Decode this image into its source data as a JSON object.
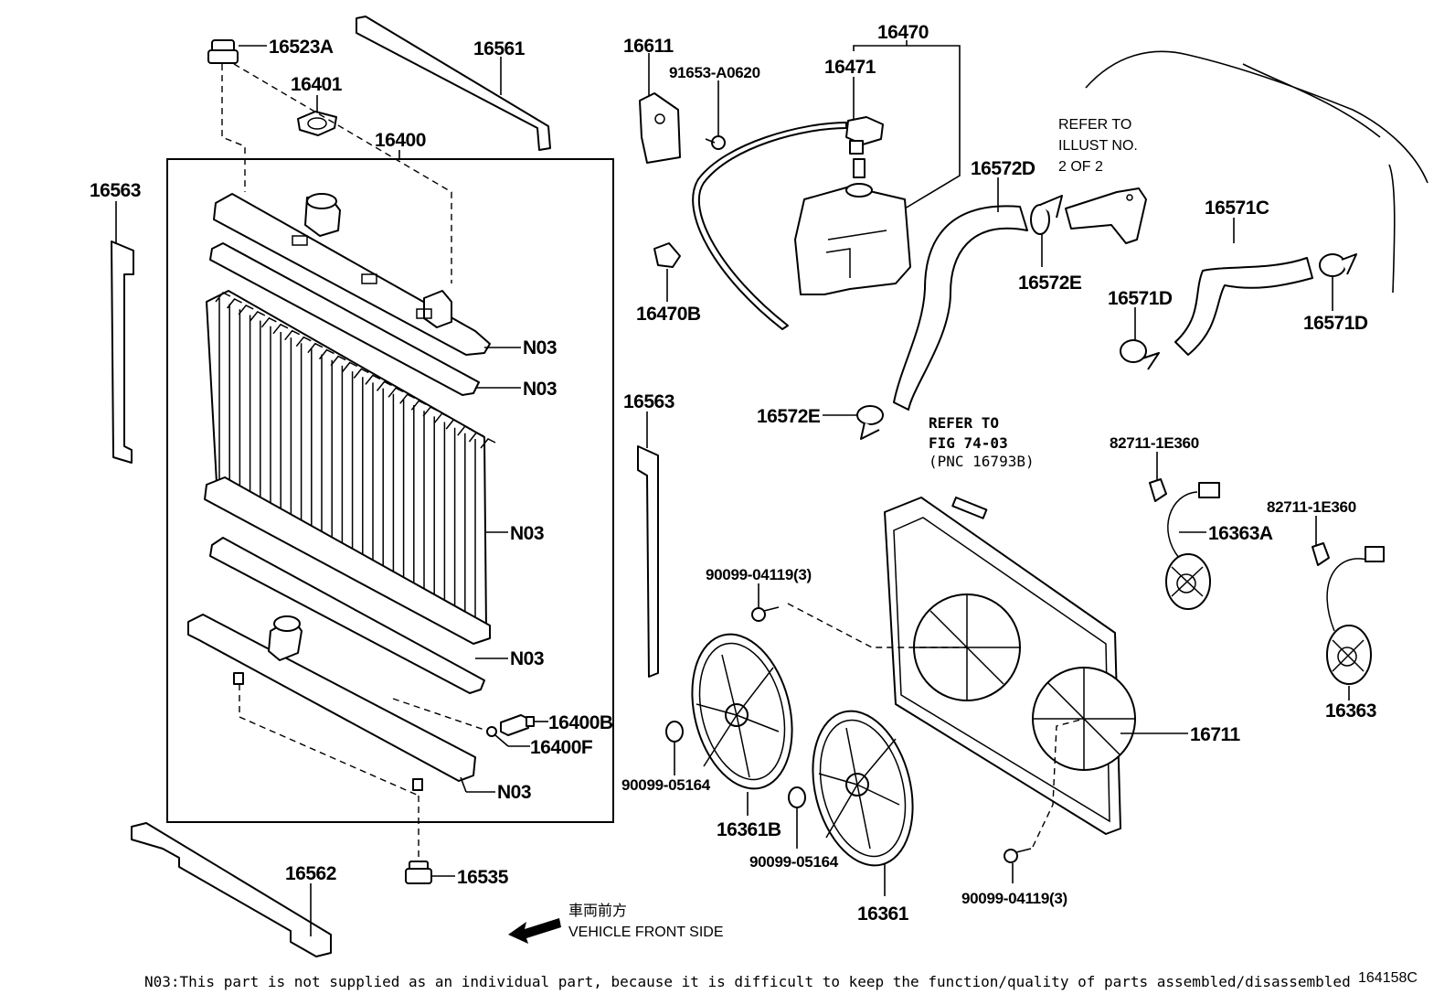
{
  "labels": {
    "p16523A": "16523A",
    "p16561": "16561",
    "p16401": "16401",
    "p16400": "16400",
    "p16563_left": "16563",
    "p16563_mid": "16563",
    "p16611": "16611",
    "p91653": "91653-A0620",
    "p16470": "16470",
    "p16471": "16471",
    "p16470B": "16470B",
    "p16572D": "16572D",
    "p16572E_top": "16572E",
    "p16572E_bottom": "16572E",
    "p16571C": "16571C",
    "p16571D_left": "16571D",
    "p16571D_right": "16571D",
    "n03_1": "N03",
    "n03_2": "N03",
    "n03_3": "N03",
    "n03_4": "N03",
    "n03_5": "N03",
    "p16400B": "16400B",
    "p16400F": "16400F",
    "p16535": "16535",
    "p16562": "16562",
    "p90099_04119_top": "90099-04119(3)",
    "p90099_04119_bottom": "90099-04119(3)",
    "p90099_05164_left": "90099-05164",
    "p90099_05164_mid": "90099-05164",
    "p16361B": "16361B",
    "p16361": "16361",
    "p16711": "16711",
    "p82711_a": "82711-1E360",
    "p82711_b": "82711-1E360",
    "p16363A": "16363A",
    "p16363": "16363"
  },
  "refer_illust": {
    "line1": "REFER TO",
    "line2": "ILLUST NO.",
    "line3": "2 OF 2"
  },
  "refer_fig": {
    "line1": "REFER TO",
    "line2": "FIG 74-03",
    "line3": "(PNC 16793B)"
  },
  "direction": {
    "jp": "車両前方",
    "en": "VEHICLE FRONT SIDE"
  },
  "footnote": "N03:This part is not supplied as an individual part, because it is difficult to keep the function/quality of parts assembled/disassembled",
  "figure_id": "164158C"
}
